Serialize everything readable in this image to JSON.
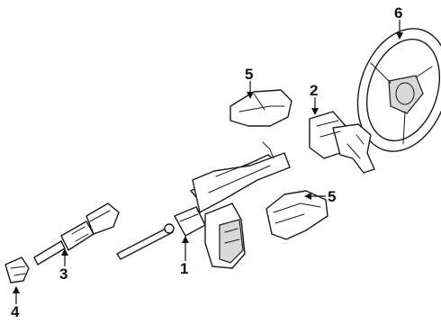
{
  "callouts": {
    "c1": "1",
    "c2": "2",
    "c3": "3",
    "c4": "4",
    "c5a": "5",
    "c5b": "5",
    "c6": "6"
  },
  "colors": {
    "line": "#1a1a1a",
    "background": "#ffffff"
  }
}
